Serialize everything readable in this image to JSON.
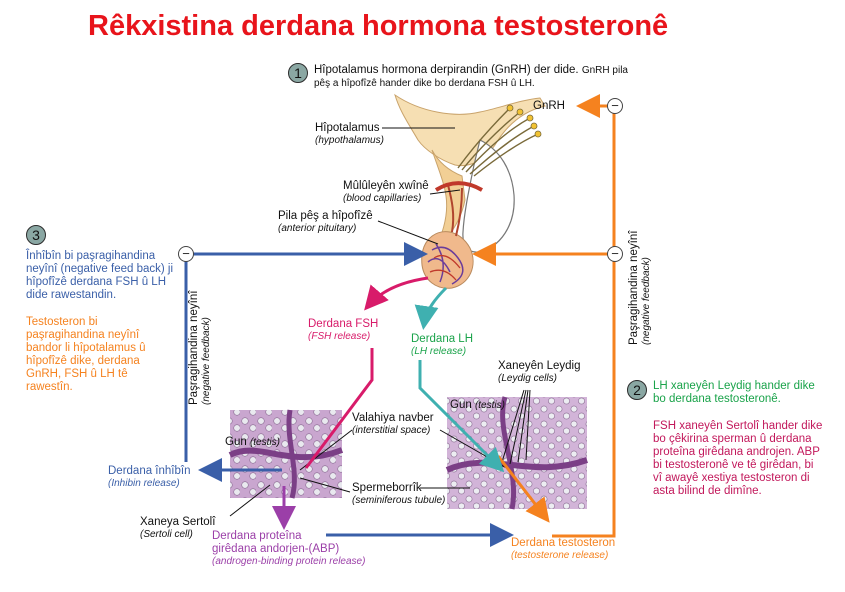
{
  "title": "Rêkxistina derdana hormona testosteronê",
  "step1": {
    "num": "1",
    "line1": "Hîpotalamus hormona derpirandin (GnRH) der dide.",
    "line1_small": "GnRH pila",
    "line2": "pêş a hîpofîzê hander dike bo derdana FSH û LH."
  },
  "step2": {
    "num": "2",
    "green1": "LH xaneyên Leydig hander dike",
    "green2": "bo derdana testosteronê.",
    "red_lines": [
      "FSH xaneyên Sertolî hander dike",
      "bo çêkirina sperman û derdana",
      "proteîna girêdana androjen. ABP",
      "bi testosteronê ve tê girêdan, bi",
      "vî awayê xestiya testosteron di",
      "asta bilind de dimîne."
    ]
  },
  "step3": {
    "num": "3",
    "blue_lines": [
      "Înhîbîn bi paşragihandina",
      "neyînî (negative feed back) ji",
      "hîpofîzê derdana FSH û LH",
      "dide rawestandin."
    ],
    "orange_lines": [
      "Testosteron bi",
      "paşragihandina neyînî",
      "bandor li hîpotalamus û",
      "hîpofîzê dike, derdana",
      "GnRH, FSH û LH tê",
      "rawestîn."
    ]
  },
  "labels": {
    "gnrh": "GnRH",
    "hypothalamus": "Hîpotalamus",
    "hypothalamus_en": "(hypothalamus)",
    "capillaries": "Mûlûleyên xwînê",
    "capillaries_en": "(blood capillaries)",
    "pituitary": "Pila pêş a hîpofîzê",
    "pituitary_en": "(anterior pituitary)",
    "fsh": "Derdana FSH",
    "fsh_en": "(FSH release)",
    "lh": "Derdana LH",
    "lh_en": "(LH release)",
    "leydig": "Xaneyên Leydig",
    "leydig_en": "(Leydig cells)",
    "interstitial": "Valahiya navber",
    "interstitial_en": "(interstitial space)",
    "testis1": "Gun",
    "testis1_en": "(testis)",
    "testis2": "Gun",
    "testis2_en": "(testis)",
    "seminiferous": "Spermeborrîk",
    "seminiferous_en": "(seminiferous tubule)",
    "sertoli": "Xaneya Sertolî",
    "sertoli_en": "(Sertoli cell)",
    "inhibin": "Derdana înhîbîn",
    "inhibin_en": "(Inhibin release)",
    "abp1": "Derdana proteîna",
    "abp2": "girêdana andorjen-(ABP)",
    "abp_en": "(androgen-binding protein release)",
    "testosterone": "Derdana testosteron",
    "testosterone_en": "(testosterone release)",
    "feedback_left": "Paşragihandina neyînî",
    "feedback_left_en": "(negative feedback)",
    "feedback_right": "Paşragihandina neyînî",
    "feedback_right_en": "(negative feedback)",
    "minus": "−"
  },
  "colors": {
    "title": "#e8141b",
    "blue": "#3a5fa8",
    "orange": "#f5821f",
    "magenta": "#d81b6a",
    "teal": "#3fb0b0",
    "purple": "#9b3fa8",
    "green": "#1aa34a",
    "crimson": "#c2185b"
  }
}
